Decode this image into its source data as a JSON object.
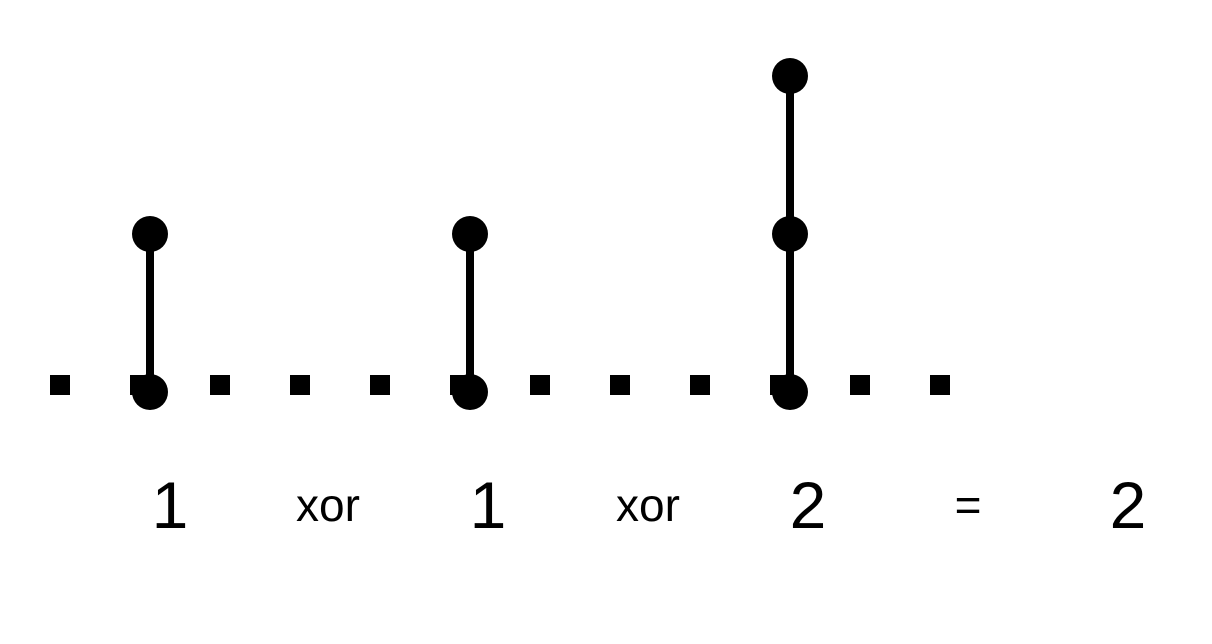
{
  "colors": {
    "ink": "#000000",
    "background": "#ffffff"
  },
  "board": {
    "square_count": 12,
    "square_shape": "square",
    "piece_shape": "circle"
  },
  "columns": [
    {
      "square_index": 1,
      "height": 1,
      "value_text": "1"
    },
    {
      "square_index": 5,
      "height": 1,
      "value_text": "1"
    },
    {
      "square_index": 9,
      "height": 2,
      "value_text": "2"
    }
  ],
  "equation": {
    "term_1": "1",
    "op_1": "xor",
    "term_2": "1",
    "op_2": "xor",
    "term_3": "2",
    "equals": "=",
    "result": "2"
  }
}
